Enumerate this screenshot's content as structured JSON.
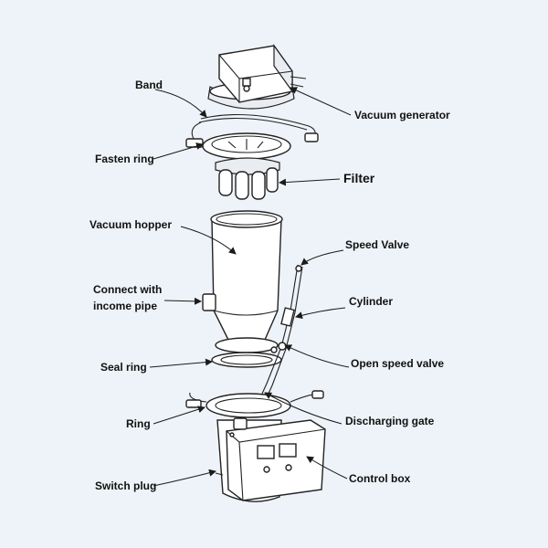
{
  "diagram": {
    "labels": {
      "band": "Band",
      "vacuum_generator": "Vacuum generator",
      "fasten_ring": "Fasten ring",
      "filter": "Filter",
      "vacuum_hopper": "Vacuum hopper",
      "speed_valve": "Speed Valve",
      "connect_with": "Connect with",
      "income_pipe": "income pipe",
      "cylinder": "Cylinder",
      "open_speed_valve": "Open speed valve",
      "seal_ring": "Seal ring",
      "discharging_gate": "Discharging gate",
      "ring": "Ring",
      "switch_plug": "Switch plug",
      "control_box": "Control box"
    }
  }
}
